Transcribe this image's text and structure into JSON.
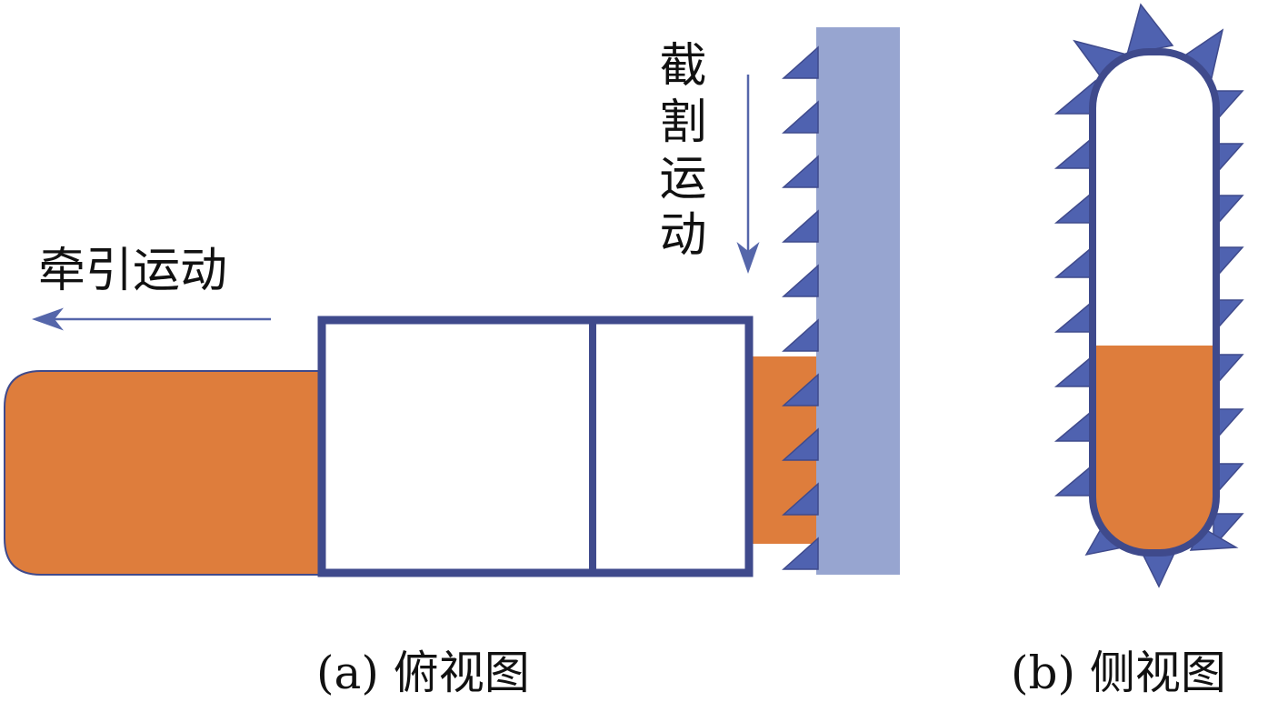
{
  "labels": {
    "traction_motion": "牵引运动",
    "cutting_motion": "截割运动",
    "caption_a": "(a) 俯视图",
    "caption_b": "(b) 侧视图"
  },
  "colors": {
    "outline": "#3f4a8c",
    "tooth": "#4f62b0",
    "drum_bar": "#97a5d0",
    "orange": "#de7d3c",
    "arrow": "#5566aa"
  }
}
